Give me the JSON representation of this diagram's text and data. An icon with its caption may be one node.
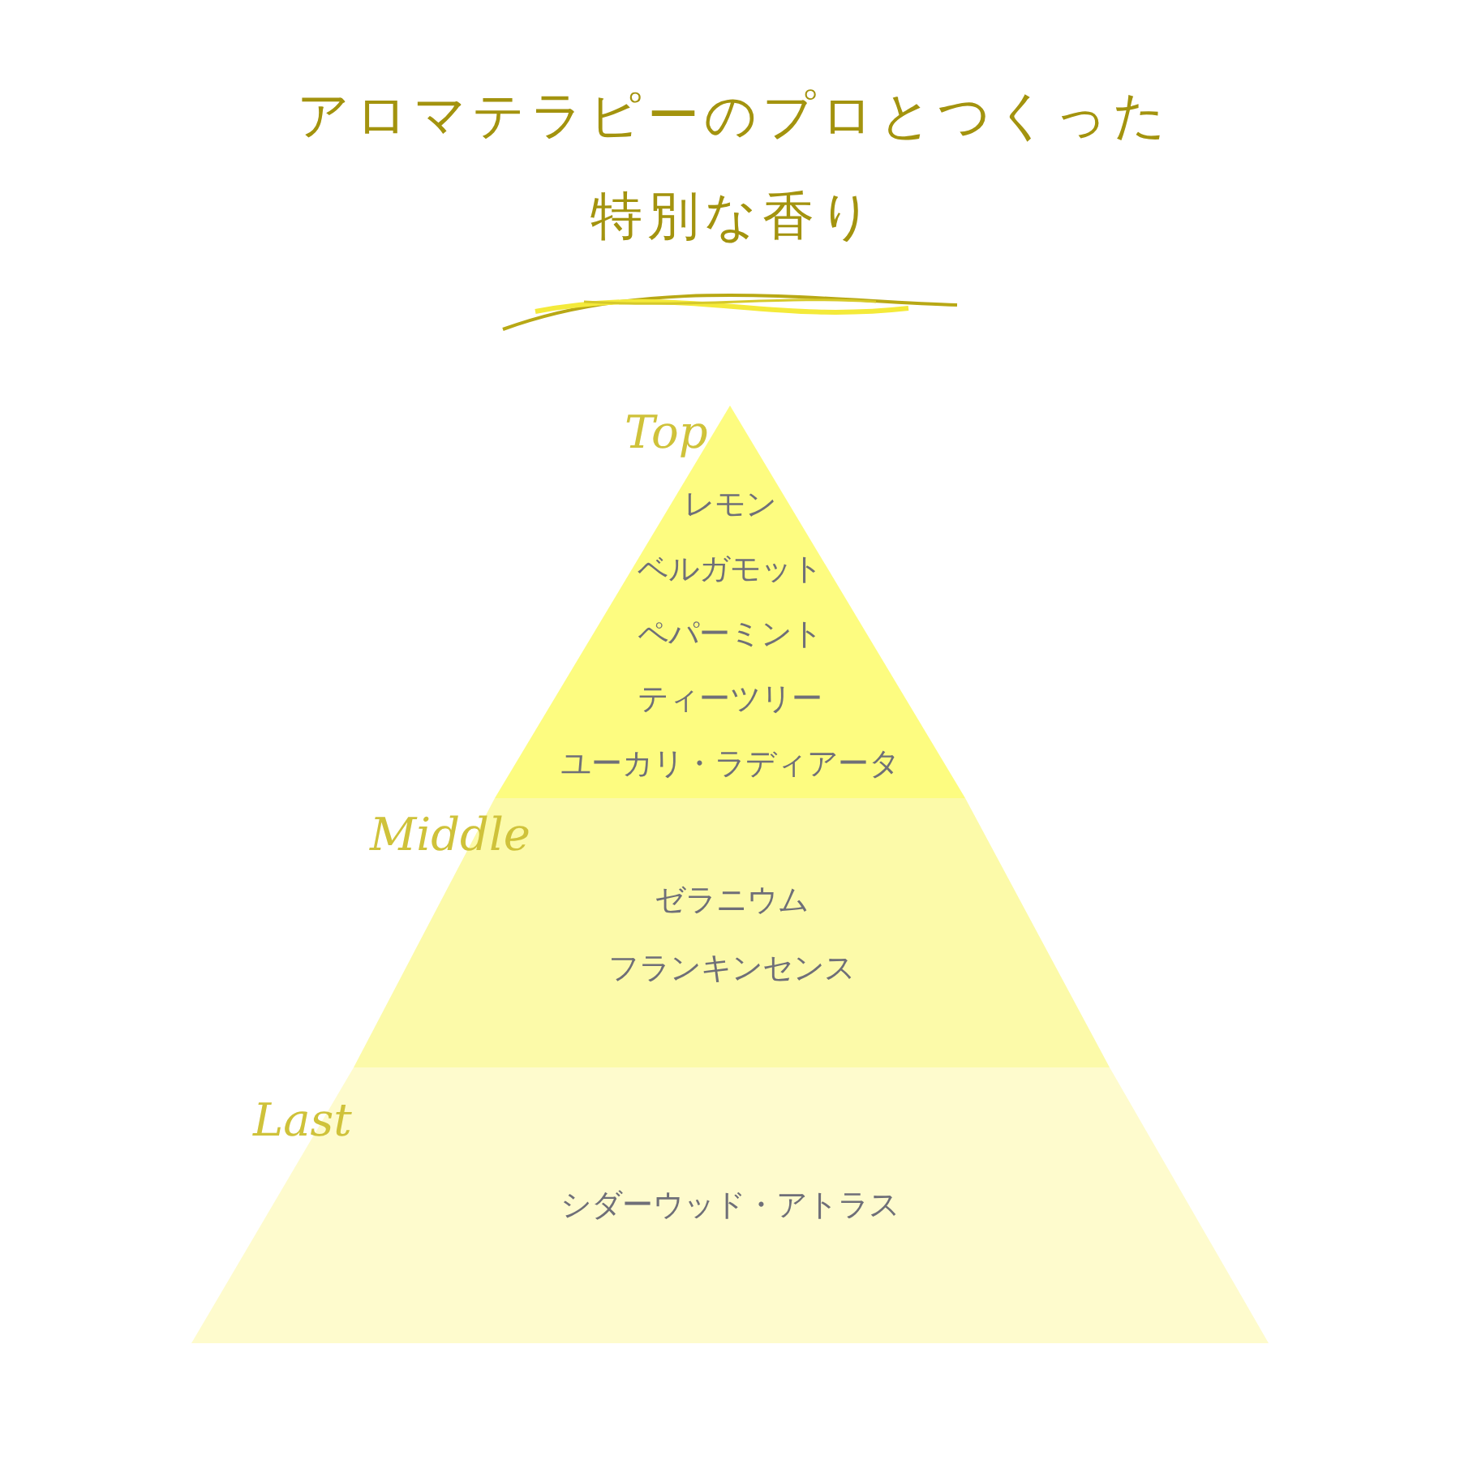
{
  "diagram": {
    "title": "アロマテラピーのプロとつくった特別な香り",
    "nodes": [
      {
        "text": [
          "Top",
          "レモン",
          "ベルガモット",
          "ペパーミント",
          "ティーツリー",
          "ユーカリ・ラディアータ"
        ]
      },
      {
        "text": [
          "Middle",
          "ゼラニウム",
          "フランキンセンス"
        ]
      },
      {
        "text": [
          "Last",
          "シダーウッド・アトラス"
        ]
      }
    ]
  }
}
